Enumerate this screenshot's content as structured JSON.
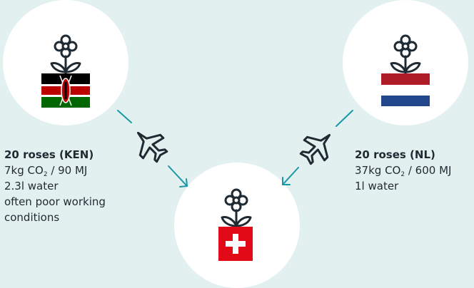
{
  "colors": {
    "background": "#e3f0f0",
    "circle": "#ffffff",
    "teal": "#1b98a7",
    "text": "#1f2a33",
    "kenya_black": "#000000",
    "kenya_red": "#bb0000",
    "kenya_green": "#006600",
    "nl_red": "#ae1c28",
    "nl_blue": "#21468b",
    "swiss_red": "#e30a17"
  },
  "icons": [
    "flower-icon",
    "kenya-flag-icon",
    "netherlands-flag-icon",
    "switzerland-flag-icon",
    "airplane-icon"
  ],
  "kenya": {
    "title": "20 roses (KEN)",
    "co2_prefix": "7kg CO",
    "co2_sub": "2",
    "co2_suffix": " / 90 MJ",
    "water": "2.3l water",
    "note_line1": "often poor working",
    "note_line2": "conditions"
  },
  "netherlands": {
    "title": "20 roses (NL)",
    "co2_prefix": "37kg CO",
    "co2_sub": "2",
    "co2_suffix": " / 600 MJ",
    "water": "1l water"
  }
}
